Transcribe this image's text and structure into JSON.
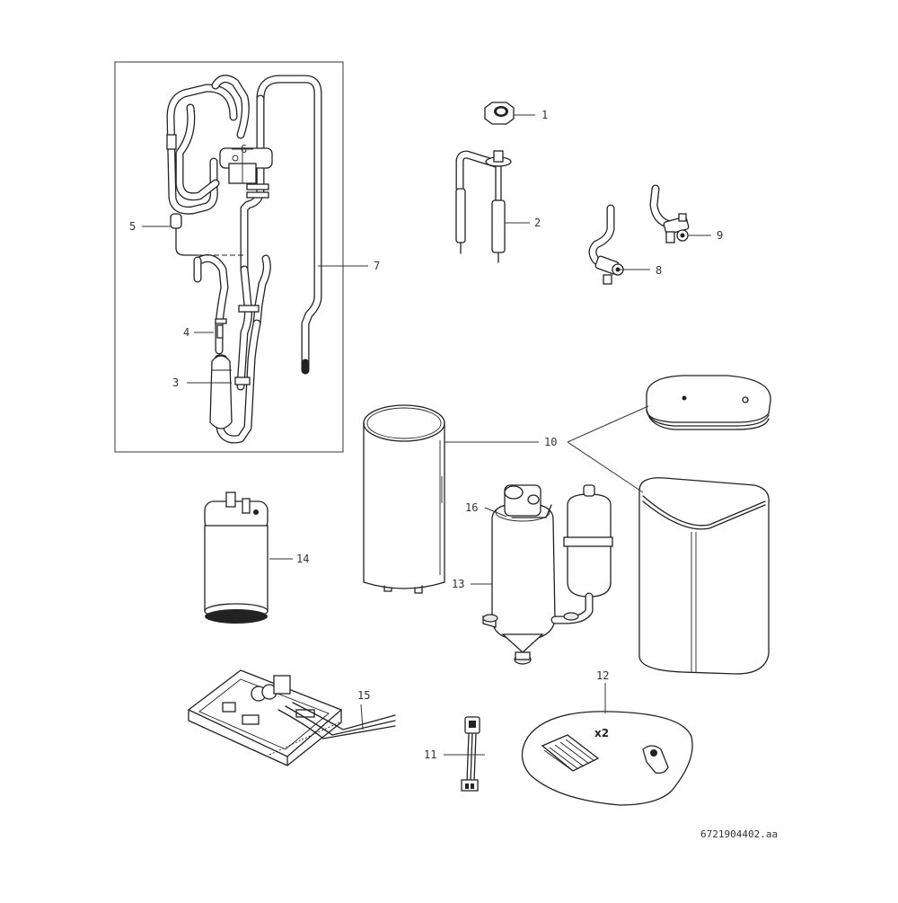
{
  "drawing_code": "6721904402.aa",
  "parts": [
    {
      "id": "p1",
      "number": "1"
    },
    {
      "id": "p2",
      "number": "2"
    },
    {
      "id": "p3",
      "number": "3"
    },
    {
      "id": "p4",
      "number": "4"
    },
    {
      "id": "p5",
      "number": "5"
    },
    {
      "id": "p6",
      "number": "6"
    },
    {
      "id": "p7",
      "number": "7"
    },
    {
      "id": "p8",
      "number": "8"
    },
    {
      "id": "p9",
      "number": "9"
    },
    {
      "id": "p10",
      "number": "10"
    },
    {
      "id": "p11",
      "number": "11"
    },
    {
      "id": "p12",
      "number": "12"
    },
    {
      "id": "p13",
      "number": "13"
    },
    {
      "id": "p14",
      "number": "14"
    },
    {
      "id": "p15",
      "number": "15"
    },
    {
      "id": "p16",
      "number": "16"
    }
  ],
  "kit_quantity": "x2"
}
